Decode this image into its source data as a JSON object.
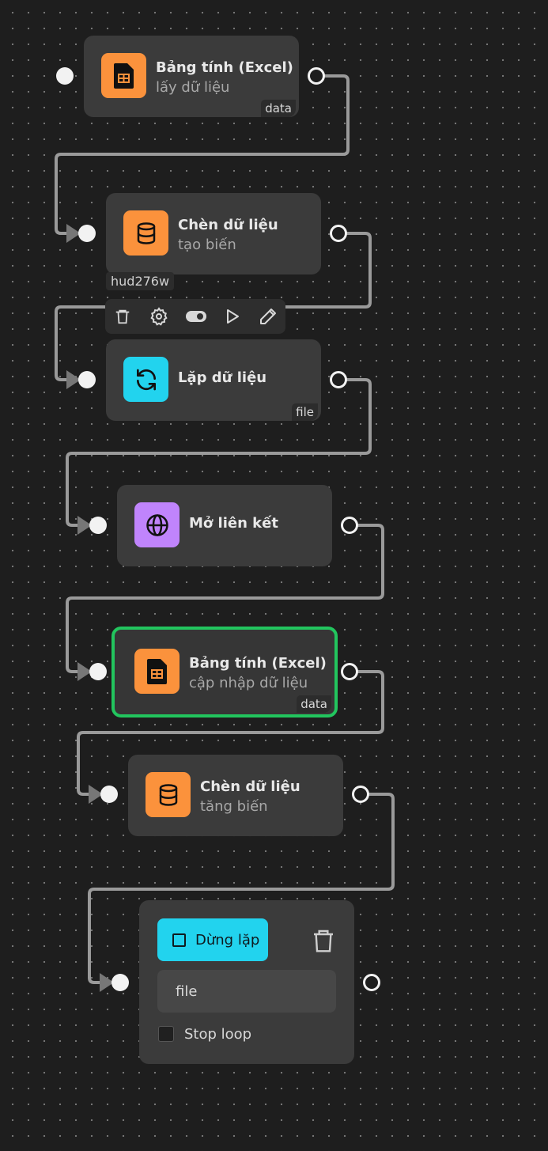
{
  "colors": {
    "accent_orange": "#fb923c",
    "accent_cyan": "#22d3ee",
    "accent_purple": "#c084fc",
    "selected_border": "#22c55e"
  },
  "nodes": [
    {
      "title": "Bảng tính (Excel)",
      "subtitle": "lấy dữ liệu",
      "tag": "data",
      "icon": "spreadsheet-icon"
    },
    {
      "title": "Chèn dữ liệu",
      "subtitle": "tạo biến",
      "icon": "database-icon",
      "id_label": "hud276w"
    },
    {
      "title": "Lặp dữ liệu",
      "tag": "file",
      "icon": "loop-icon"
    },
    {
      "title": "Mở liên kết",
      "icon": "globe-icon"
    },
    {
      "title": "Bảng tính (Excel)",
      "subtitle": "cập nhập dữ liệu",
      "tag": "data",
      "icon": "spreadsheet-icon"
    },
    {
      "title": "Chèn dữ liệu",
      "subtitle": "tăng biến",
      "icon": "database-icon"
    }
  ],
  "toolbar": {
    "icons": [
      "trash-icon",
      "gear-icon",
      "toggle-icon",
      "play-icon",
      "pencil-icon"
    ]
  },
  "stop_node": {
    "button_label": "Dừng lặp",
    "field_value": "file",
    "checkbox_label": "Stop loop"
  }
}
